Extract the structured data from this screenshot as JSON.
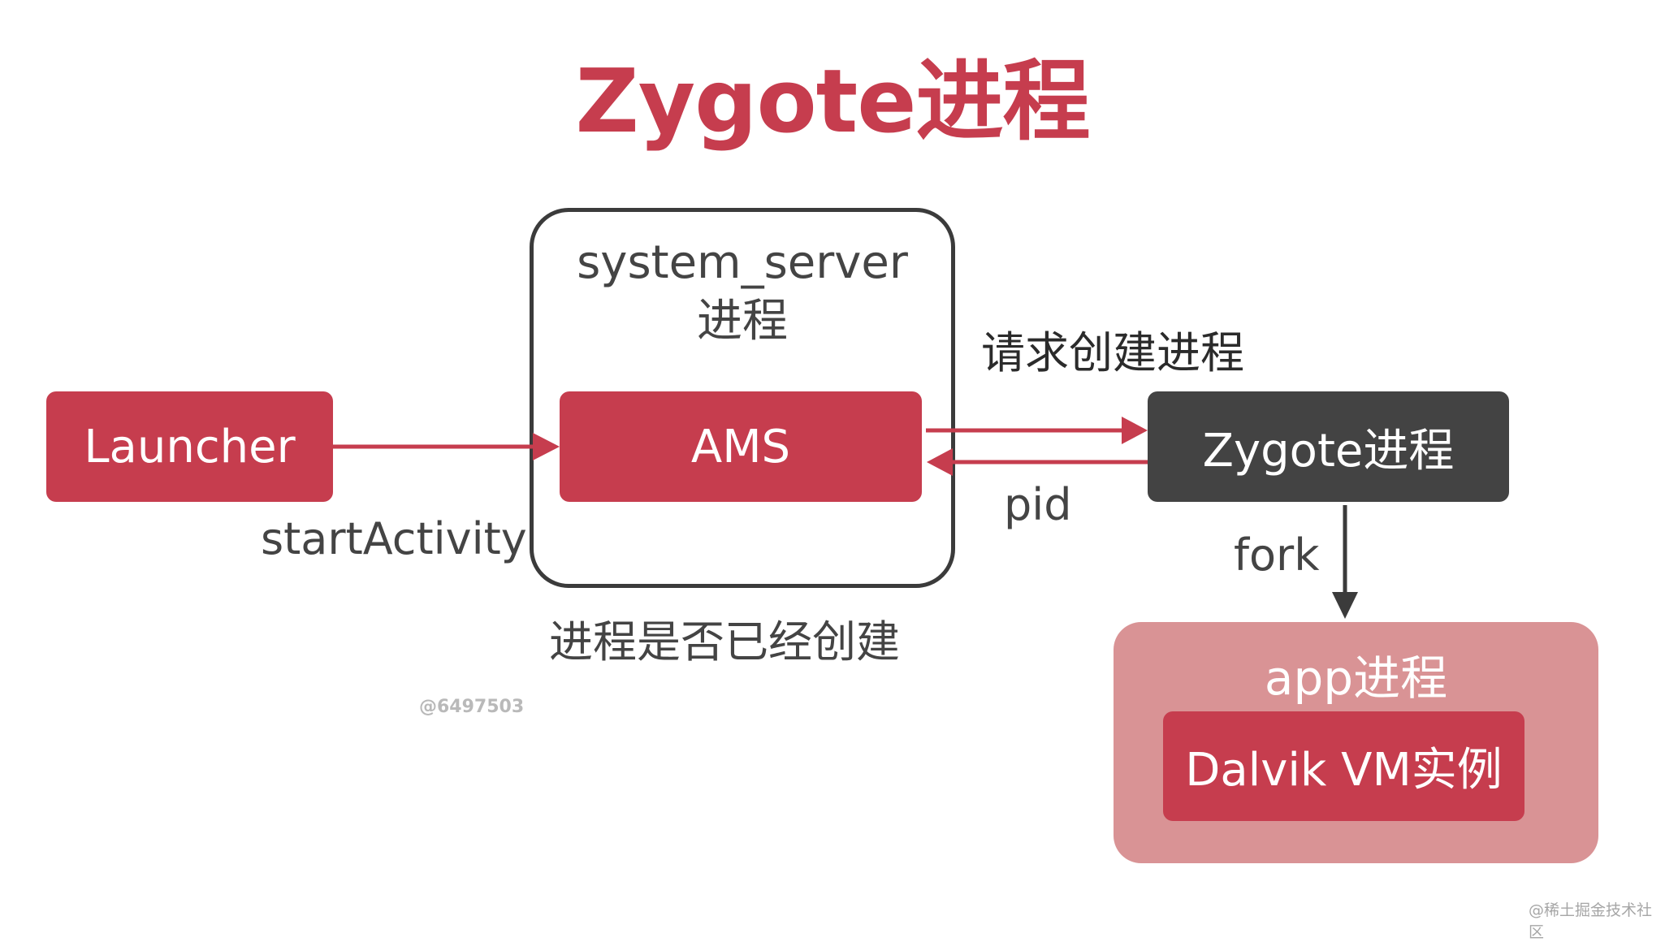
{
  "title": "Zygote进程",
  "nodes": {
    "launcher": "Launcher",
    "system_server_line1": "system_server",
    "system_server_line2": "进程",
    "ams": "AMS",
    "zygote": "Zygote进程",
    "app": "app进程",
    "dalvik": "Dalvik VM实例"
  },
  "edges": {
    "start_activity": "startActivity",
    "request_create": "请求创建进程",
    "pid": "pid",
    "fork": "fork"
  },
  "notes": {
    "process_created": "进程是否已经创建"
  },
  "watermarks": {
    "center": "@6497503",
    "corner": "@稀土掘金技术社区"
  },
  "colors": {
    "accent_red": "#c63d4e",
    "dark_box": "#434343",
    "app_container": "#d99395"
  }
}
